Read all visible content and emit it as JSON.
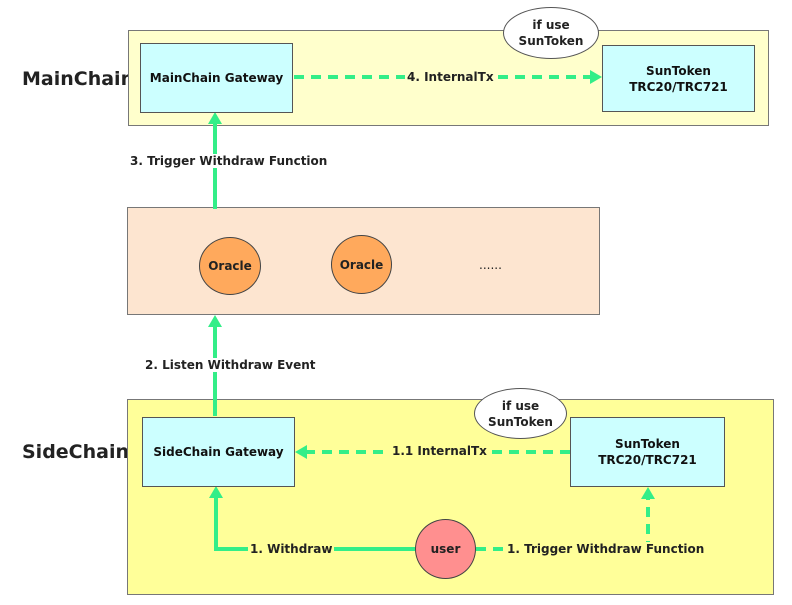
{
  "chains": {
    "main_label": "MainChain",
    "side_label": "SideChain"
  },
  "nodes": {
    "main_gateway": "MainChain Gateway",
    "main_suntoken_line1": "SunToken",
    "main_suntoken_line2": "TRC20/TRC721",
    "side_gateway": "SideChain Gateway",
    "side_suntoken_line1": "SunToken",
    "side_suntoken_line2": "TRC20/TRC721",
    "oracle_1": "Oracle",
    "oracle_2": "Oracle",
    "oracle_more": "......",
    "user": "user"
  },
  "bubbles": {
    "main_line1": "if use",
    "main_line2": "SunToken",
    "side_line1": "if use",
    "side_line2": "SunToken"
  },
  "edges": {
    "step1_withdraw": "1. Withdraw",
    "step1_trigger": "1. Trigger Withdraw Function",
    "step1_1_internal": "1.1 InternalTx",
    "step2_listen": "2. Listen Withdraw Event",
    "step3_trigger": "3. Trigger Withdraw Function",
    "step4_internal": "4. InternalTx"
  },
  "colors": {
    "arrow": "#33ee88",
    "main_panel": "#ffffcc",
    "side_panel": "#ffff99",
    "oracle_panel": "#fde5d0",
    "token_box": "#ccffff",
    "oracle_node": "#ffa95c",
    "user_node": "#ff8f8f"
  }
}
